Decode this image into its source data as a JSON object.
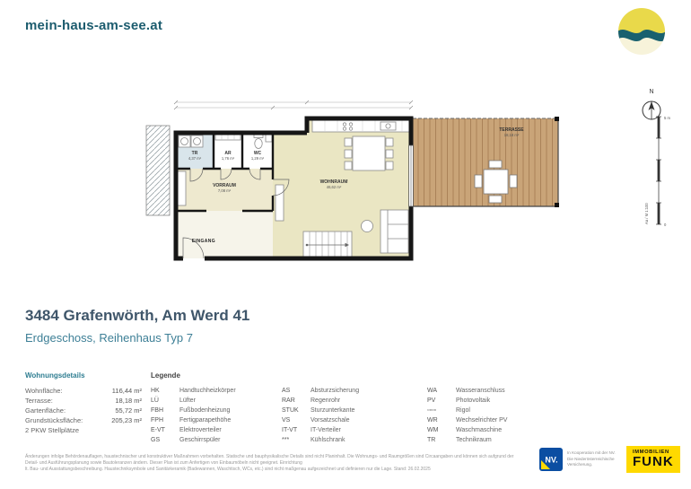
{
  "header": {
    "site_name": "mein-haus-am-see.at"
  },
  "compass": {
    "label": "N"
  },
  "scalebar": {
    "top_label": "5 m",
    "bottom_label": "0",
    "scale_note": "Aa / M 1:100"
  },
  "plan": {
    "rooms": {
      "tr": {
        "name": "TR",
        "area": "4,37 m²"
      },
      "ar": {
        "name": "AR",
        "area": "1,76 m²"
      },
      "wc": {
        "name": "WC",
        "area": "1,29 m²"
      },
      "vorraum": {
        "name": "VORRAUM",
        "area": "7,08 m²"
      },
      "wohnraum": {
        "name": "WOHNRAUM",
        "area": "46,62 m²"
      },
      "terrasse": {
        "name": "TERRASSE",
        "area": "18,18 m²"
      }
    },
    "entrance_label": "EINGANG"
  },
  "title": {
    "address": "3484 Grafenwörth, Am Werd 41",
    "subtitle": "Erdgeschoss, Reihenhaus Typ 7"
  },
  "details": {
    "heading": "Wohnungsdetails",
    "rows": [
      {
        "label": "Wohnfläche:",
        "value": "116,44 m²"
      },
      {
        "label": "Terrasse:",
        "value": "18,18 m²"
      },
      {
        "label": "Gartenfläche:",
        "value": "55,72 m²"
      },
      {
        "label": "Grundstücksfläche:",
        "value": "205,23 m²"
      },
      {
        "label": "2 PKW Stellplätze",
        "value": ""
      }
    ]
  },
  "legend": {
    "heading": "Legende",
    "col1": [
      {
        "abbr": "HK",
        "desc": "Handtuchheizkörper"
      },
      {
        "abbr": "LÜ",
        "desc": "Lüfter"
      },
      {
        "abbr": "FBH",
        "desc": "Fußbodenheizung"
      },
      {
        "abbr": "FPH",
        "desc": "Fertigparapethöhe"
      },
      {
        "abbr": "E-VT",
        "desc": "Elektroverteiler"
      },
      {
        "abbr": "GS",
        "desc": "Geschirrspüler"
      }
    ],
    "col2": [
      {
        "abbr": "AS",
        "desc": "Absturzsicherung"
      },
      {
        "abbr": "RAR",
        "desc": "Regenrohr"
      },
      {
        "abbr": "STUK",
        "desc": "Sturzunterkante"
      },
      {
        "abbr": "VS",
        "desc": "Vorsatzschale"
      },
      {
        "abbr": "IT-VT",
        "desc": "IT-Verteiler"
      },
      {
        "abbr": "***",
        "desc": "Kühlschrank"
      }
    ],
    "col3": [
      {
        "abbr": "WA",
        "desc": "Wasseranschluss"
      },
      {
        "abbr": "PV",
        "desc": "Photovoltaik"
      },
      {
        "abbr": "▫▫▫▫",
        "desc": "Rigol"
      },
      {
        "abbr": "WR",
        "desc": "Wechselrichter PV"
      },
      {
        "abbr": "WM",
        "desc": "Waschmaschine"
      },
      {
        "abbr": "TR",
        "desc": "Technikraum"
      }
    ]
  },
  "footer": {
    "disclaimer_line1": "Änderungen infolge Behördenauflagen, haustechnischer und konstruktiver Maßnahmen vorbehalten. Statische und bauphysikalische Details sind nicht Planinhalt. Die Wohnungs- und Raumgrößen sind Circaangaben und können sich aufgrund der Detail- und Ausführungsplanung sowie Bautoleranzen ändern. Dieser Plan ist zum Anfertigen von Einbaumöbeln nicht geeignet. Einrichtung",
    "disclaimer_line2": "lt. Bau- und Ausstattungsbeschreibung. Haustechniksymbole und Sanitärkeramik (Badewannen, Waschtisch, WCs, etc.) sind nicht maßgenau aufgezeichnet und definieren nur die Lage. Stand: 26.02.2025",
    "nv_logo_text": "NV.",
    "nv_coop_line1": "In Kooperation mit der NV.",
    "nv_coop_line2": "Die Niederösterreichische Versicherung.",
    "funk_brand_top": "IMMOBILIEN",
    "funk_brand_bottom": "FUNK"
  },
  "colors": {
    "brand_teal": "#1c5c6e",
    "subtitle_teal": "#3d7f96",
    "plan_beige": "#eae6c3",
    "terrace_wood": "#c9a478",
    "nv_blue": "#0b4ea2",
    "funk_yellow": "#ffd900"
  }
}
